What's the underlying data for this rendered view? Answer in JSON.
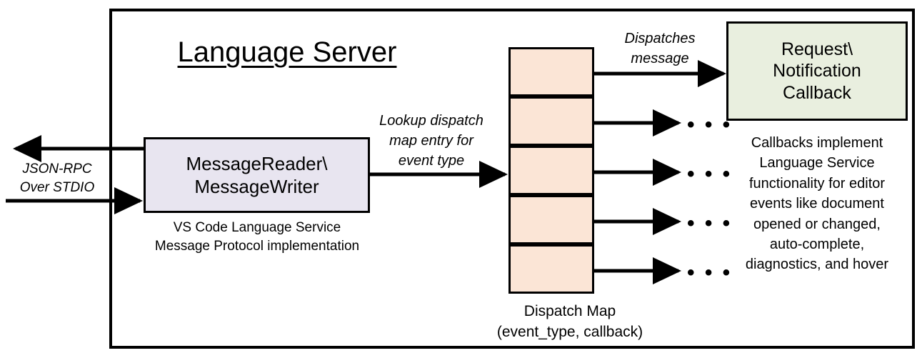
{
  "diagram": {
    "title": "Language Server",
    "outer_boundary_label": "Language Server",
    "external_channel": {
      "label": "JSON-RPC\nOver STDIO",
      "outbound_arrow": "arrow-out-left",
      "inbound_arrow": "arrow-in-right"
    },
    "message_io": {
      "box_label": "MessageReader\\\nMessageWriter",
      "caption": "VS Code Language Service\nMessage Protocol implementation",
      "fill_color": "#E8E5F0",
      "border_color": "#000000"
    },
    "lookup_edge": {
      "label": "Lookup dispatch\nmap entry for\nevent type"
    },
    "dispatch_map": {
      "caption": "Dispatch Map\n(event_type, callback)",
      "fill_color": "#FBE5D6",
      "border_color": "#000000",
      "entry_count": 5,
      "entries": [
        {
          "index": 0,
          "target": "Request\\Notification Callback",
          "edge_label": "Dispatches\nmessage",
          "ellipsis": ""
        },
        {
          "index": 1,
          "target": "callback",
          "edge_label": "",
          "ellipsis": "• • •"
        },
        {
          "index": 2,
          "target": "callback",
          "edge_label": "",
          "ellipsis": "• • •"
        },
        {
          "index": 3,
          "target": "callback",
          "edge_label": "",
          "ellipsis": "• • •"
        },
        {
          "index": 4,
          "target": "callback",
          "edge_label": "",
          "ellipsis": "• • •"
        }
      ]
    },
    "callback": {
      "box_label": "Request\\\nNotification\nCallback",
      "caption": "Callbacks implement\nLanguage Service\nfunctionality for editor\nevents like document\nopened or changed,\nauto-complete,\ndiagnostics, and hover",
      "fill_color": "#E9EFDF",
      "border_color": "#000000"
    }
  }
}
